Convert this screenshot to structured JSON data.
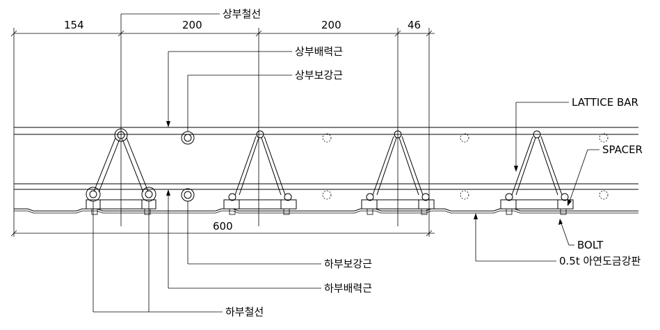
{
  "dimensions": {
    "top": [
      "154",
      "200",
      "200",
      "46"
    ],
    "bottom": "600"
  },
  "labels": {
    "upper_chord": "상부철선",
    "upper_main_bar": "상부배력근",
    "upper_reinf_bar": "상부보강근",
    "lattice_bar": "LATTICE BAR",
    "spacer": "SPACER",
    "bolt": "BOLT",
    "deck_plate": "0.5t 아연도금강판",
    "lower_reinf_bar": "하부보강근",
    "lower_main_bar": "하부배력근",
    "lower_chord": "하부철선"
  }
}
